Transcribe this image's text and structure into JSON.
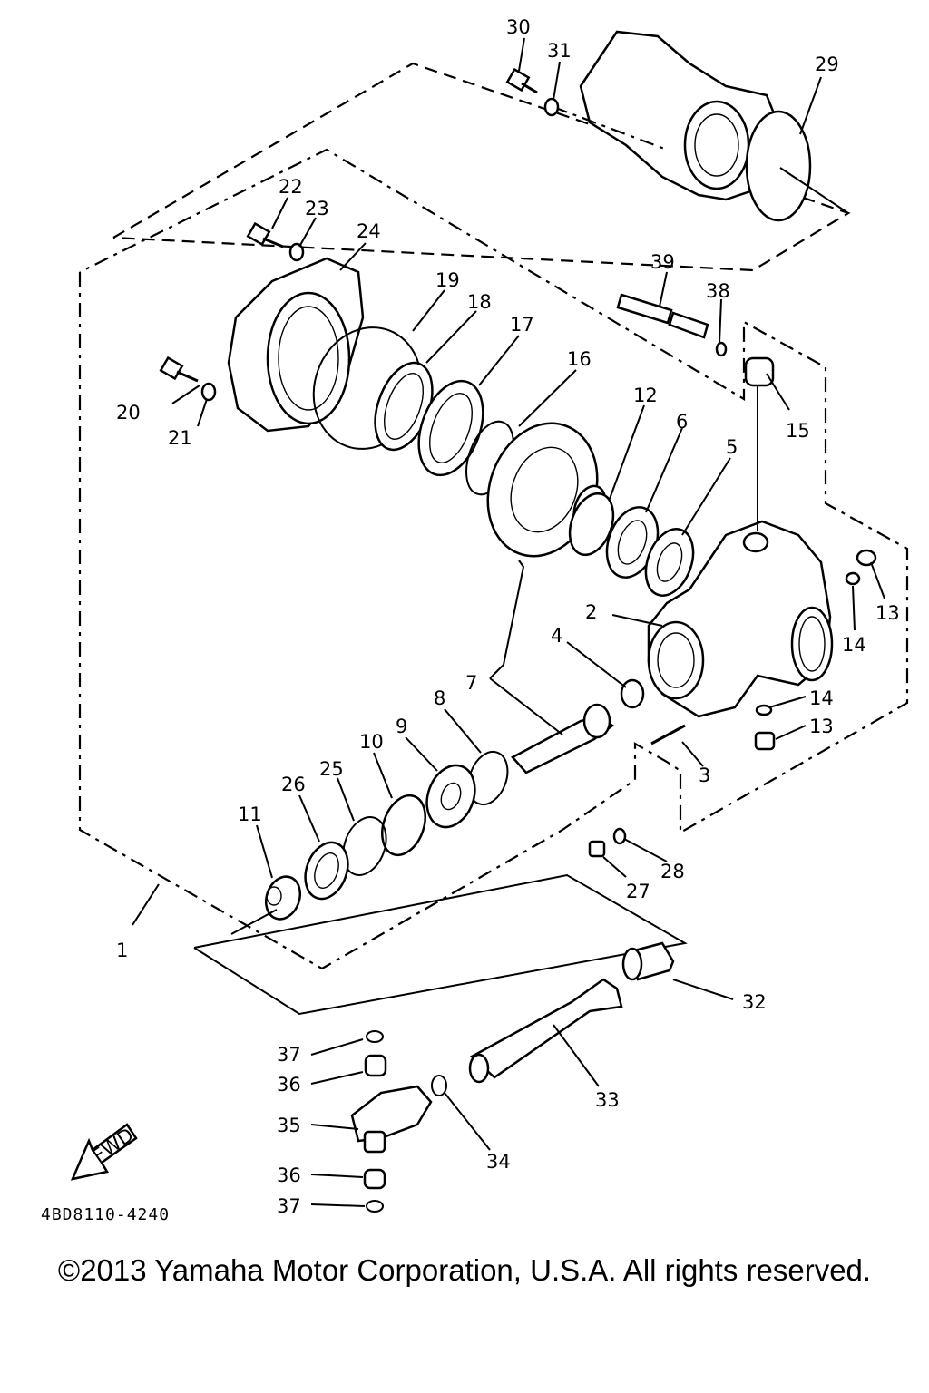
{
  "diagram": {
    "code": "4BD8110-4240",
    "fwd_label": "FWD",
    "callouts": [
      "1",
      "2",
      "3",
      "4",
      "5",
      "6",
      "7",
      "8",
      "9",
      "10",
      "11",
      "12",
      "13",
      "14",
      "15",
      "16",
      "17",
      "18",
      "19",
      "20",
      "21",
      "22",
      "23",
      "24",
      "25",
      "26",
      "27",
      "28",
      "29",
      "30",
      "31",
      "32",
      "33",
      "34",
      "35",
      "36",
      "37",
      "38",
      "39"
    ]
  },
  "copyright": "©2013 Yamaha Motor Corporation, U.S.A. All rights reserved."
}
